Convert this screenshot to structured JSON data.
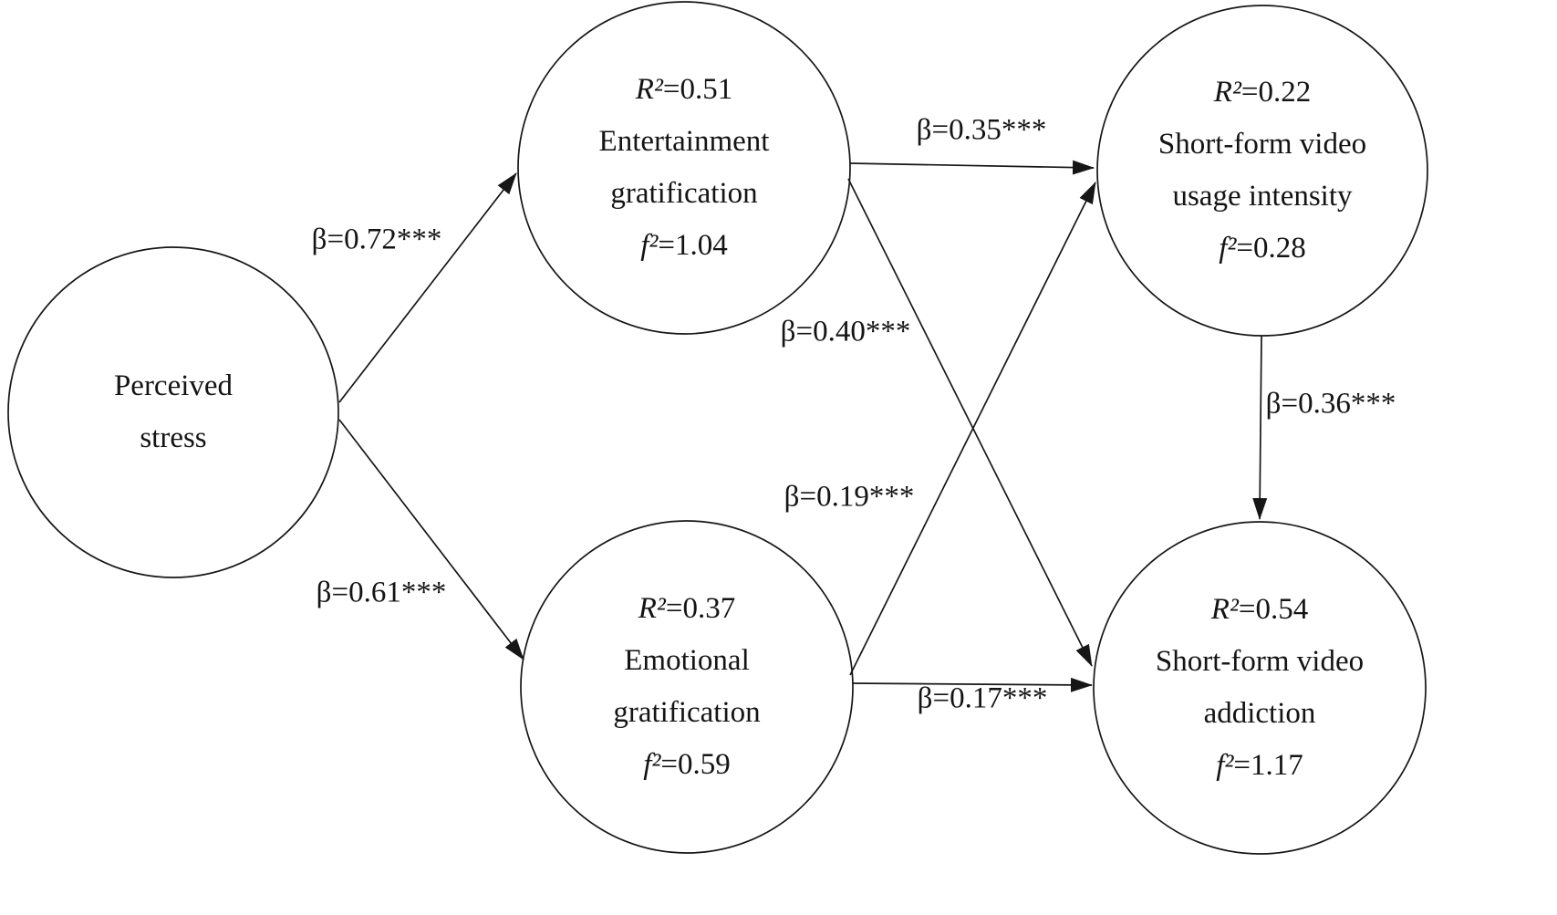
{
  "figure": {
    "background": "#ffffff",
    "line_color": "#161616",
    "kind": "structural-equation-model-path-diagram"
  },
  "nodes": {
    "perceived_stress": {
      "lines": [
        "Perceived",
        "stress"
      ]
    },
    "entertainment_gratification": {
      "r2_sym": "R²",
      "r2_val": "=0.51",
      "lines": [
        "Entertainment",
        "gratification"
      ],
      "f2_sym": "f²",
      "f2_val": "=1.04"
    },
    "emotional_gratification": {
      "r2_sym": "R²",
      "r2_val": "=0.37",
      "lines": [
        "Emotional",
        "gratification"
      ],
      "f2_sym": "f²",
      "f2_val": "=0.59"
    },
    "usage_intensity": {
      "r2_sym": "R²",
      "r2_val": "=0.22",
      "lines": [
        "Short-form video",
        "usage intensity"
      ],
      "f2_sym": "f²",
      "f2_val": "=0.28"
    },
    "addiction": {
      "r2_sym": "R²",
      "r2_val": "=0.54",
      "lines": [
        "Short-form video",
        "addiction"
      ],
      "f2_sym": "f²",
      "f2_val": "=1.17"
    }
  },
  "edges": [
    {
      "from": "Perceived stress",
      "to": "Entertainment gratification",
      "label": "β=0.72***"
    },
    {
      "from": "Perceived stress",
      "to": "Emotional gratification",
      "label": "β=0.61***"
    },
    {
      "from": "Entertainment gratification",
      "to": "Short-form video usage intensity",
      "label": "β=0.35***"
    },
    {
      "from": "Entertainment gratification",
      "to": "Short-form video addiction",
      "label": "β=0.40***"
    },
    {
      "from": "Emotional gratification",
      "to": "Short-form video usage intensity",
      "label": "β=0.19***"
    },
    {
      "from": "Emotional gratification",
      "to": "Short-form video addiction",
      "label": "β=0.17***"
    },
    {
      "from": "Short-form video usage intensity",
      "to": "Short-form video addiction",
      "label": "β=0.36***"
    }
  ]
}
